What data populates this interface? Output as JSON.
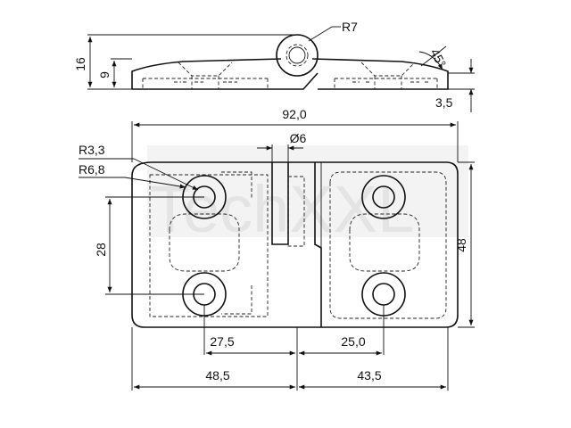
{
  "watermark": "TechXXL",
  "dimensions": {
    "side_radius": "R7",
    "side_height": "16",
    "side_leaf_height": "9",
    "side_angle": "45°",
    "side_thickness": "3,5",
    "overall_width": "92,0",
    "pin_diameter": "Ø6",
    "hole_radius": "R3,3",
    "boss_radius": "R6,8",
    "hole_spacing_vertical": "28",
    "overall_height": "48",
    "left_hole_offset": "27,5",
    "right_hole_offset": "25,0",
    "left_leaf_width": "48,5",
    "right_leaf_width": "43,5"
  }
}
